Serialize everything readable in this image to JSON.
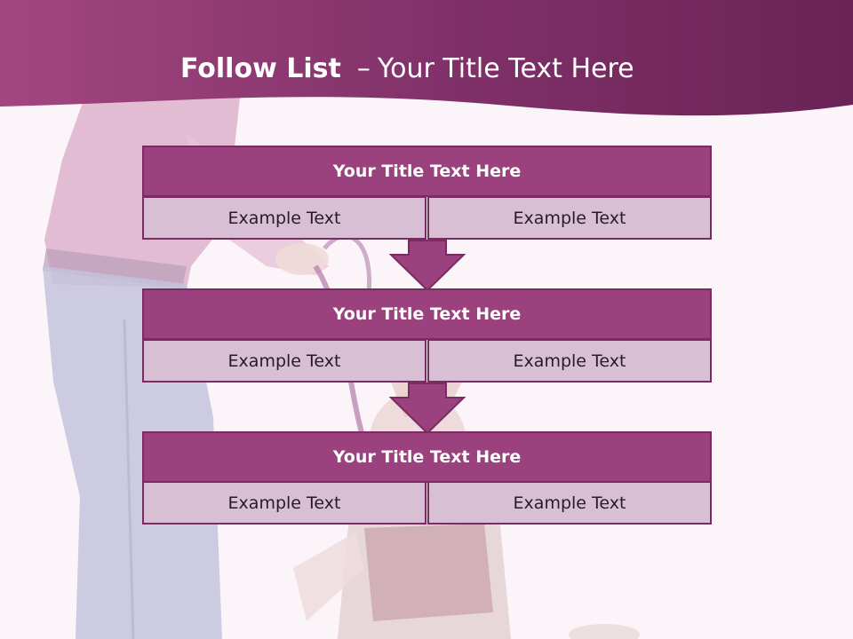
{
  "slide": {
    "title_bold": "Follow List",
    "title_separator": "–",
    "title_rest": "Your Title Text Here"
  },
  "colors": {
    "header": "#8e3a76",
    "block_title": "#9b417d",
    "cell": "#d8bfd3",
    "border": "#7a2c62",
    "arrow": "#9b417d"
  },
  "blocks": [
    {
      "title": "Your Title Text Here",
      "left_text": "Example Text",
      "right_text": "Example Text"
    },
    {
      "title": "Your Title Text Here",
      "left_text": "Example Text",
      "right_text": "Example Text"
    },
    {
      "title": "Your Title Text Here",
      "left_text": "Example Text",
      "right_text": "Example Text"
    }
  ]
}
